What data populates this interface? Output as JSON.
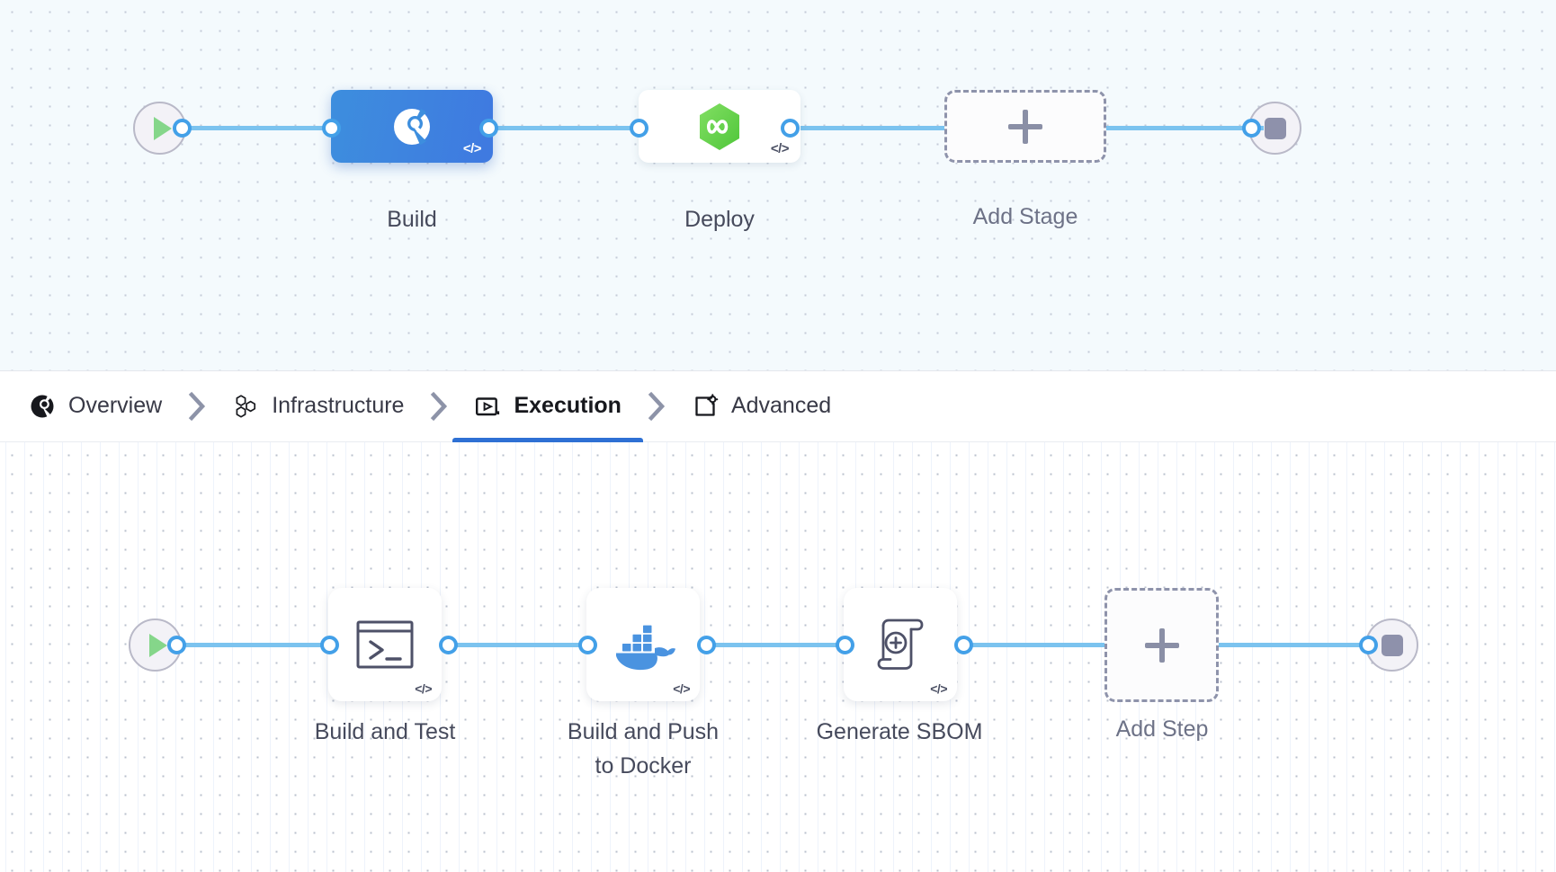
{
  "pipeline": {
    "stages_canvas": {
      "start_node": {
        "icon": "play-icon",
        "label": ""
      },
      "end_node": {
        "icon": "stop-icon",
        "label": ""
      },
      "stages": [
        {
          "label": "Build",
          "icon": "harness-pie-icon",
          "selected": true,
          "code_badge": "</>"
        },
        {
          "label": "Deploy",
          "icon": "green-hexagon-infinity-icon",
          "selected": false,
          "code_badge": "</>"
        }
      ],
      "add_stage": {
        "label": "Add Stage",
        "icon": "plus-icon"
      }
    },
    "tabs": [
      {
        "label": "Overview",
        "icon": "overview-pie-icon",
        "active": false
      },
      {
        "label": "Infrastructure",
        "icon": "hexagon-cluster-icon",
        "active": false
      },
      {
        "label": "Execution",
        "icon": "play-in-box-icon",
        "active": true
      },
      {
        "label": "Advanced",
        "icon": "box-gear-icon",
        "active": false
      }
    ],
    "tab_separator_icon": "chevron-right-icon",
    "steps_canvas": {
      "start_node": {
        "icon": "play-icon"
      },
      "end_node": {
        "icon": "stop-icon"
      },
      "steps": [
        {
          "label": "Build and Test",
          "icon": "terminal-icon",
          "code_badge": "</>"
        },
        {
          "label": "Build and Push\nto Docker",
          "icon": "docker-whale-icon",
          "code_badge": "</>"
        },
        {
          "label": "Generate SBOM",
          "icon": "scroll-plus-icon",
          "code_badge": "</>"
        }
      ],
      "add_step": {
        "label": "Add Step",
        "icon": "plus-icon"
      }
    }
  },
  "colors": {
    "edge": "#7bc3ef",
    "port_ring": "#43a0e8",
    "selected_stage_start": "#3d8ede",
    "selected_stage_end": "#3f79e0",
    "active_tab_underline": "#2e70d4",
    "deploy_hexagon": "#69d14b",
    "docker_blue": "#4a93e0",
    "play_green": "#85d68a",
    "stop_gray": "#8e91ab",
    "dashed_border": "#8e93ab",
    "label_text": "#464a5c"
  }
}
